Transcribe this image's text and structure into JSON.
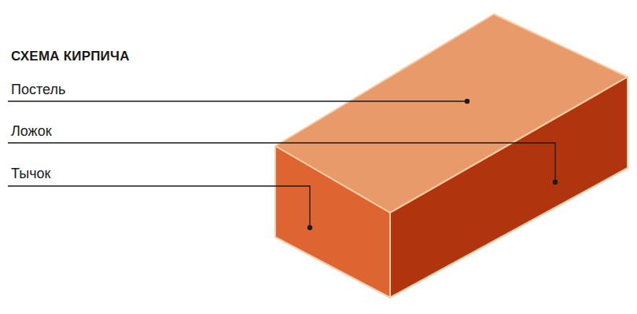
{
  "diagram": {
    "title": "СХЕМА КИРПИЧА",
    "labels": [
      "Постель",
      "Ложок",
      "Тычок"
    ]
  }
}
